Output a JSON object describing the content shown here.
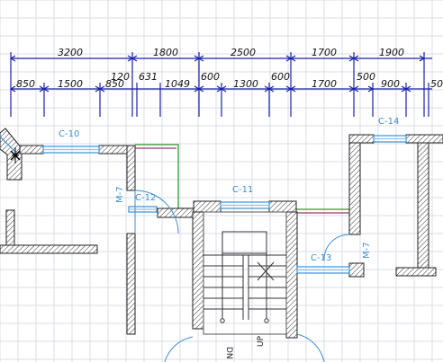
{
  "colors": {
    "grid": "#d9dde6",
    "dimension": "#1a22a8",
    "wall_edge": "#222222",
    "window": "#3d8fd1",
    "green_line": "#2aa02a",
    "magenta_line": "#a0306a",
    "label": "#3d8fd1"
  },
  "dimensions": {
    "row1": [
      "3200",
      "1800",
      "2500",
      "1700",
      "1900"
    ],
    "row2": [
      "850",
      "1500",
      "850",
      "120",
      "631",
      "1049",
      "600",
      "1300",
      "600",
      "1700",
      "500",
      "900",
      "50"
    ]
  },
  "labels": {
    "window_c10": "C-10",
    "window_c11": "C-11",
    "window_c12": "C-12",
    "window_c13": "C-13",
    "window_c14": "C-14",
    "door_m7_left": "M-7",
    "door_m7_right": "M-7"
  },
  "stair": {
    "down": "DN",
    "up": "UP"
  },
  "icons": {
    "cursor": "move-cursor-icon"
  }
}
